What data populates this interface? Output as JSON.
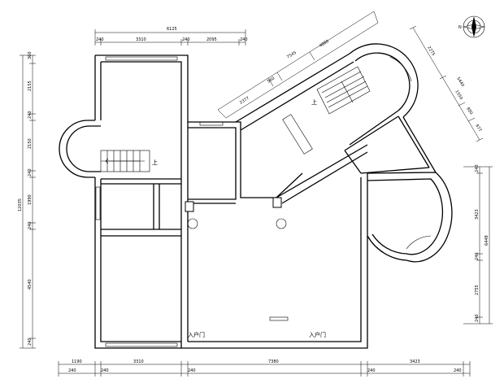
{
  "dims": {
    "top_total": "6125",
    "top_a": "240",
    "top_b": "3310",
    "top_c": "240",
    "top_d": "2095",
    "top_e": "240",
    "diag_a": "7545",
    "diag_b": "4880",
    "diag_c": "2377",
    "diag_d": "560",
    "right_top_a": "2275",
    "right_top_b": "5440",
    "right_top_c": "1550",
    "right_top_d": "880",
    "right_top_e": "877",
    "left_a": "360",
    "left_b": "2155",
    "left_c": "240",
    "left_d": "2150",
    "left_e": "240",
    "left_f": "1990",
    "left_g": "240",
    "left_h": "4540",
    "left_i": "240",
    "left_total": "12035",
    "right_a": "240",
    "right_b": "3423",
    "right_c": "240",
    "right_d": "2755",
    "right_e": "240",
    "right_total": "6448",
    "bot_a": "1190",
    "bot_b": "3310",
    "bot_c": "7380",
    "bot_d": "3423",
    "bot_e": "240",
    "bot_f": "240",
    "bot_g": "240",
    "bot_h": "240",
    "bot_i": "240"
  },
  "labels": {
    "stair_up_left": "上",
    "stair_up_right": "上",
    "entry_1": "入户门",
    "entry_2": "入户门"
  },
  "compass": {
    "north": "N"
  }
}
